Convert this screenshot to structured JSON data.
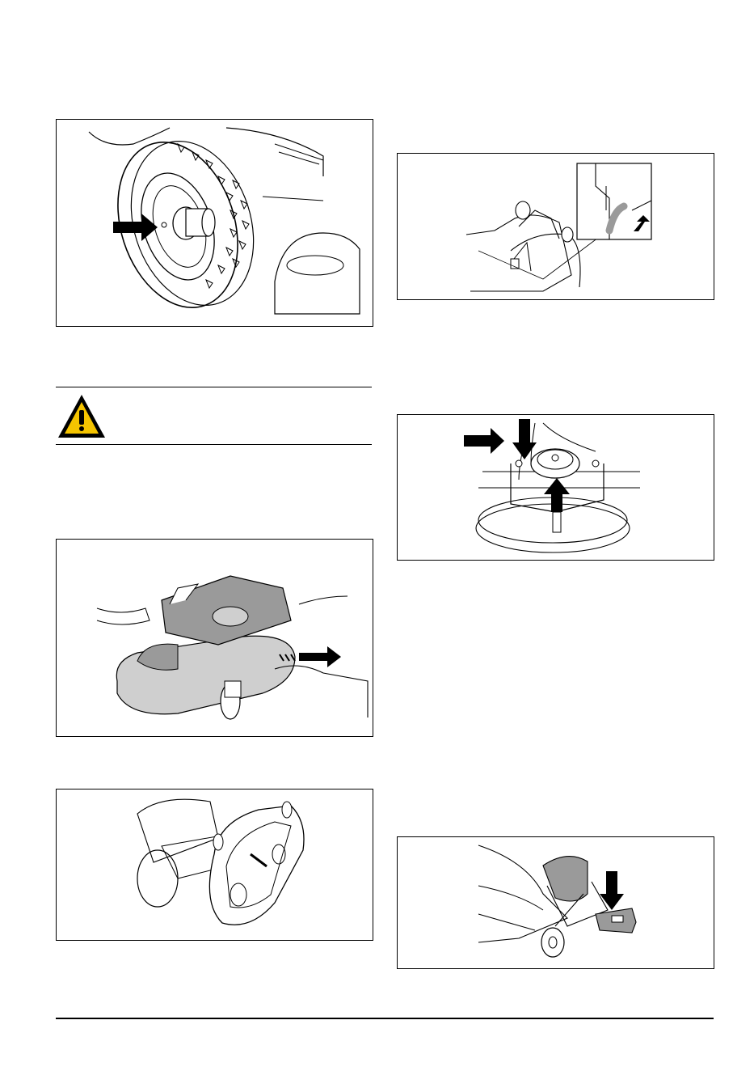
{
  "page": {
    "figures": [
      {
        "id": "wheel",
        "subject": "rear-wheel-hub"
      },
      {
        "id": "latch",
        "subject": "deck-lock-lever"
      },
      {
        "id": "spring",
        "subject": "belt-tensioner-spring"
      },
      {
        "id": "deck",
        "subject": "cutting-deck-removal"
      },
      {
        "id": "deck-side",
        "subject": "cutting-deck-on-side"
      },
      {
        "id": "pedal",
        "subject": "deck-lift-pedal"
      }
    ],
    "colors": {
      "line": "#000000",
      "shade": "#9a9a9a",
      "light_shade": "#cfcfcf",
      "warning_fill": "#f5c400"
    }
  }
}
